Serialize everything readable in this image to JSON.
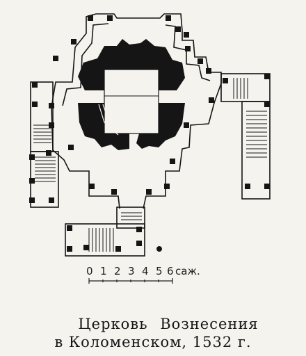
{
  "scale_bar": {
    "ticks": [
      "0",
      "1",
      "2",
      "3",
      "4",
      "5",
      "6"
    ],
    "unit": "саж."
  },
  "caption": {
    "line1": "Церковь Вознесения",
    "line2": "в Коломенском, 1532 г."
  },
  "colors": {
    "ink": "#151515",
    "paper": "#f4f3ee"
  }
}
